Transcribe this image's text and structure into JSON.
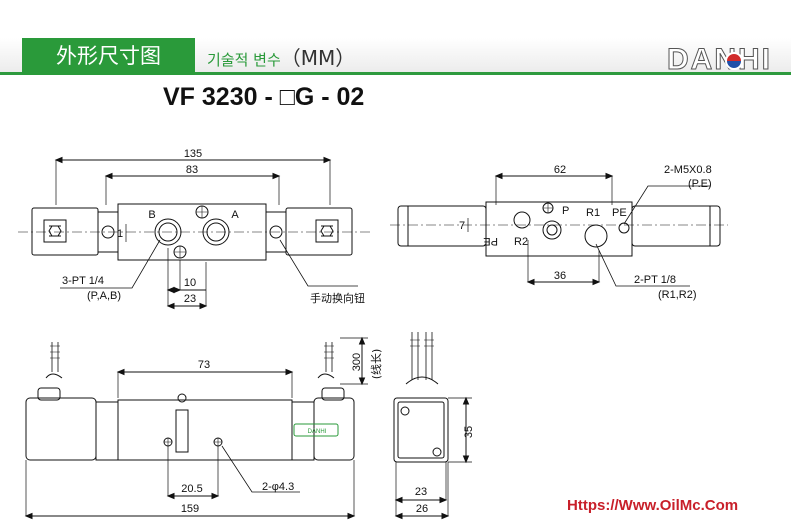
{
  "header": {
    "title": "外形尺寸图",
    "subtitle_ko": "기술적 변수",
    "subtitle_unit": "（MM）",
    "logo": "DANHI"
  },
  "model": "VF 3230 - □G - 02",
  "top_left_view": {
    "dim_overall": "135",
    "dim_body": "83",
    "port_b": "B",
    "port_a": "A",
    "dim_10": "10",
    "dim_23": "23",
    "dim_1": "1",
    "callout_ports": "3-PT  1/4",
    "callout_ports_sub": "(P,A,B)",
    "callout_manual": "手动换向钮"
  },
  "top_right_view": {
    "dim_62": "62",
    "dim_7": "7",
    "dim_36": "36",
    "callout_pe": "2-M5X0.8",
    "callout_pe_sub": "(P.E)",
    "callout_r": "2-PT  1/8",
    "callout_r_sub": "(R1,R2)",
    "label_p": "P",
    "label_r1": "R1",
    "label_pe_top": "PE",
    "label_pe_bottom": "PE",
    "label_r2": "R2"
  },
  "bottom_left_view": {
    "dim_73": "73",
    "dim_300": "300",
    "lead_note": "(线长)",
    "dim_20_5": "20.5",
    "holes": "2-φ4.3",
    "dim_159": "159",
    "nameplate": "DANHI"
  },
  "bottom_right_view": {
    "dim_35": "35",
    "dim_23": "23",
    "dim_26": "26"
  },
  "footer": {
    "url": "Https://Www.OilMc.Com"
  }
}
